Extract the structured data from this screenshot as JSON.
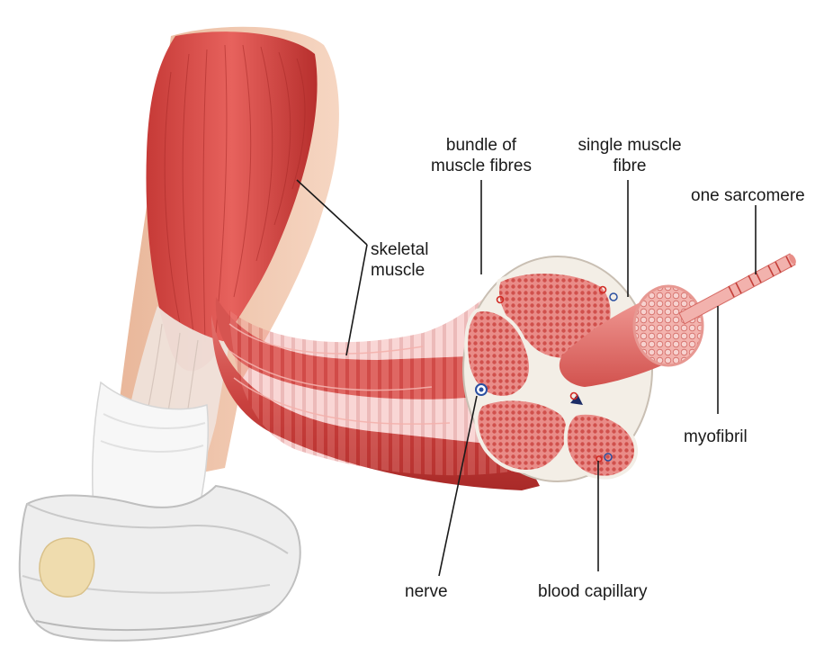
{
  "labels": {
    "skeletal_muscle": [
      "skeletal",
      "muscle"
    ],
    "bundle_of_muscle_fibres": [
      "bundle of",
      "muscle fibres"
    ],
    "single_muscle_fibre": [
      "single muscle",
      "fibre"
    ],
    "one_sarcomere": "one sarcomere",
    "myofibril": "myofibril",
    "nerve": "nerve",
    "blood_capillary": "blood capillary"
  },
  "colors": {
    "muscle_red": "#d9524f",
    "muscle_dark": "#b8302e",
    "muscle_light": "#f0a09a",
    "cross_section_pink": "#e98a86",
    "sheath_cream": "#f3eee6",
    "skin": "#f2c9ae",
    "sock_white": "#f7f7f7",
    "shoe_grey": "#e4e4e4",
    "leader_line": "#1a1a1a",
    "nerve_blue": "#2a4fa0"
  }
}
